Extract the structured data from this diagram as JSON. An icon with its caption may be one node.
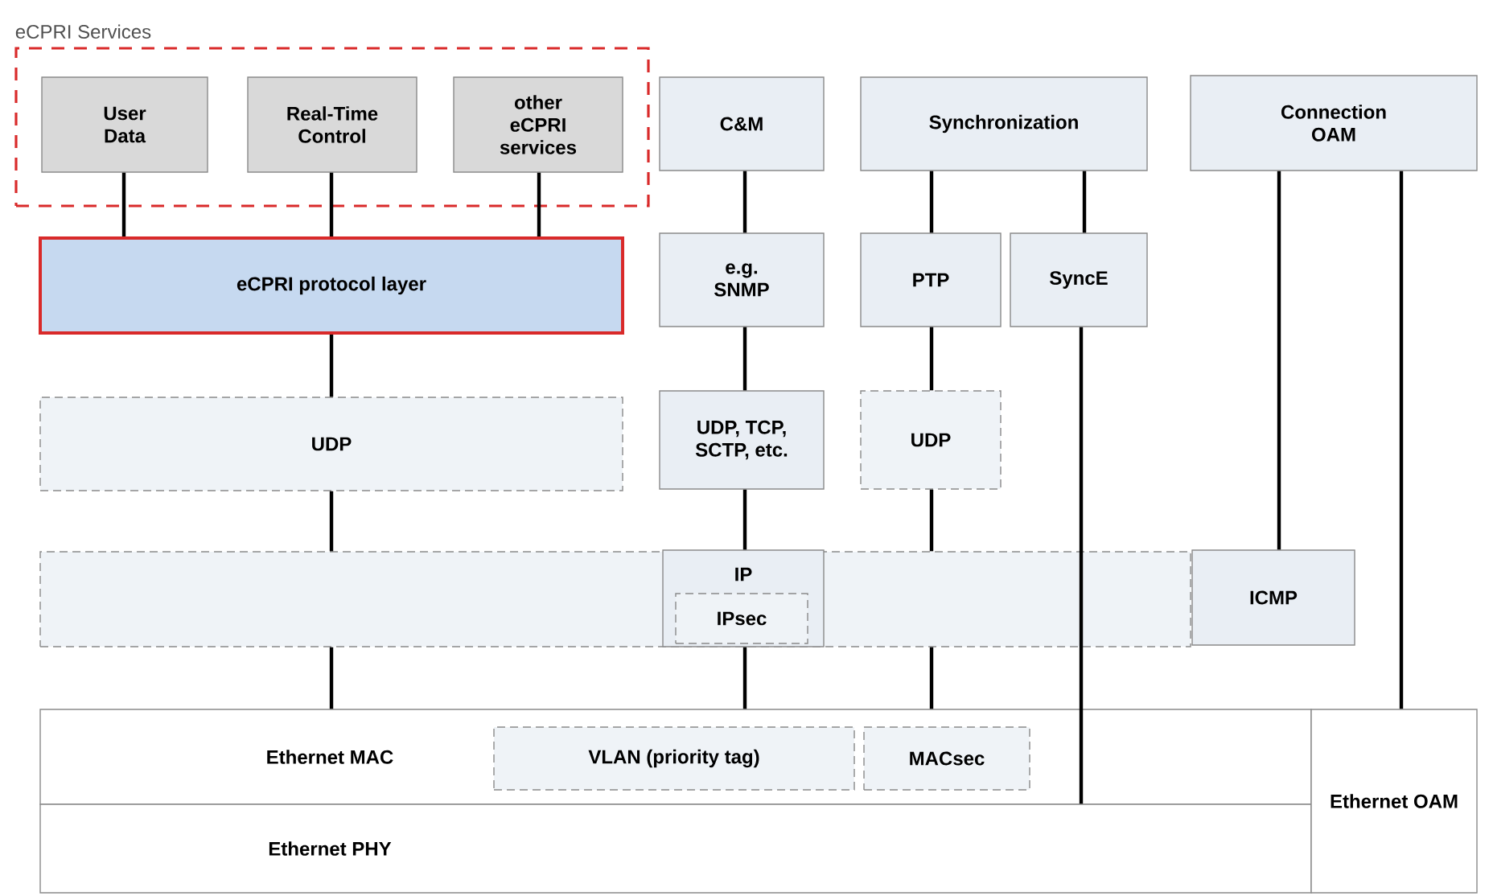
{
  "diagram": {
    "nodes": [
      {
        "text": [
          "eCPRI Services"
        ]
      },
      {
        "text": [
          "User Data"
        ],
        "in": 0
      },
      {
        "text": [
          "Real-Time Control"
        ],
        "in": 0
      },
      {
        "text": [
          "other eCPRI services"
        ],
        "in": 0
      },
      {
        "text": [
          "C&M"
        ]
      },
      {
        "text": [
          "Synchronization"
        ]
      },
      {
        "text": [
          "Connection OAM"
        ]
      },
      {
        "text": [
          "eCPRI protocol layer"
        ]
      },
      {
        "text": [
          "e.g. SNMP"
        ]
      },
      {
        "text": [
          "PTP"
        ]
      },
      {
        "text": [
          "SyncE"
        ]
      },
      {
        "text": [
          "UDP"
        ]
      },
      {
        "text": [
          "UDP, TCP, SCTP, etc."
        ]
      },
      {
        "text": [
          "UDP"
        ]
      },
      {
        "text": [],
        "shape": "box"
      },
      {
        "text": [
          "IP"
        ],
        "in": 14
      },
      {
        "text": [
          "IPsec"
        ],
        "in": 15
      },
      {
        "text": [
          "ICMP"
        ]
      },
      {
        "text": [
          "Ethernet MAC"
        ]
      },
      {
        "text": [
          "VLAN (priority tag)"
        ],
        "in": 18
      },
      {
        "text": [
          "MACsec"
        ],
        "in": 18
      },
      {
        "text": [
          "Ethernet PHY"
        ]
      },
      {
        "text": [
          "Ethernet OAM"
        ]
      }
    ],
    "edges": [
      {
        "from": 1,
        "to": 7,
        "arrow": "none"
      },
      {
        "from": 2,
        "to": 7,
        "arrow": "none"
      },
      {
        "from": 3,
        "to": 7,
        "arrow": "none"
      },
      {
        "from": 4,
        "to": 8,
        "arrow": "none"
      },
      {
        "from": 5,
        "to": 9,
        "arrow": "none"
      },
      {
        "from": 5,
        "to": 10,
        "arrow": "none"
      },
      {
        "from": 6,
        "to": 17,
        "arrow": "none"
      },
      {
        "from": 6,
        "to": 22,
        "arrow": "none"
      },
      {
        "from": 7,
        "to": 11,
        "arrow": "none"
      },
      {
        "from": 8,
        "to": 12,
        "arrow": "none"
      },
      {
        "from": 9,
        "to": 13,
        "arrow": "none"
      },
      {
        "from": 10,
        "to": 21,
        "arrow": "none"
      },
      {
        "from": 11,
        "to": 14,
        "arrow": "none"
      },
      {
        "from": 12,
        "to": 15,
        "arrow": "none"
      },
      {
        "from": 13,
        "to": 14,
        "arrow": "none"
      },
      {
        "from": 14,
        "to": 18,
        "arrow": "none"
      },
      {
        "from": 15,
        "to": 18,
        "arrow": "none"
      },
      {
        "from": 14,
        "to": 18,
        "arrow": "none"
      }
    ]
  }
}
